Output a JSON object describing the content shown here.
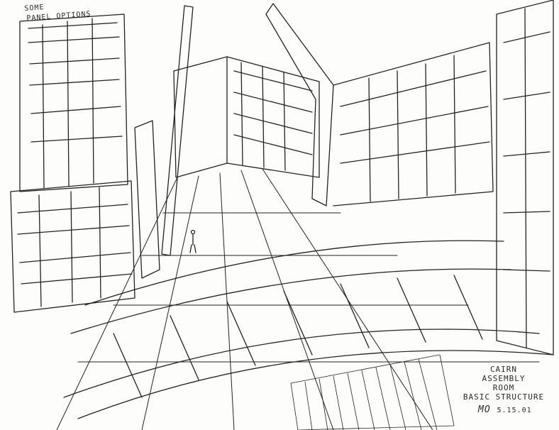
{
  "note": {
    "line1": "SOME",
    "line2": "PANEL OPTIONS"
  },
  "caption": {
    "line1": "CAIRN",
    "line2": "ASSEMBLY",
    "line3": "ROOM",
    "line4": "BASIC STRUCTURE"
  },
  "signature": {
    "name": "Mo",
    "date": "5.15.01"
  }
}
